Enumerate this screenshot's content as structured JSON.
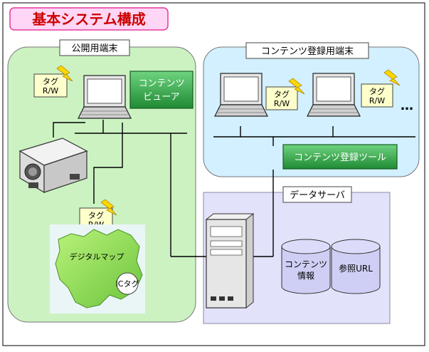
{
  "title": "基本システム構成",
  "public_terminal": {
    "label": "公開用端末",
    "rw_top": [
      "タグ",
      "R/W"
    ],
    "viewer": [
      "コンテンツ",
      "ビューア"
    ],
    "rw_map": [
      "タグ",
      "R/W"
    ],
    "map_label": "デジタルマップ",
    "ic_tag": "ICタグ"
  },
  "registration_terminal": {
    "label": "コンテンツ登録用端末",
    "rw_a": [
      "タグ",
      "R/W"
    ],
    "rw_b": [
      "タグ",
      "R/W"
    ],
    "ellipsis": "…",
    "tool": "コンテンツ登録ツール"
  },
  "data_server": {
    "label": "データサーバ",
    "db_contents": [
      "コンテンツ",
      "情報"
    ],
    "db_url": "参照URL"
  },
  "colors": {
    "title_bg": "#ffd6f5",
    "title_border": "#e6399b",
    "title_text": "#cc0000",
    "public_bg": "#ccf2c2",
    "reg_bg": "#d2f0ff",
    "server_bg": "#e2e2fb",
    "green_btn": "#2da043",
    "tag_bg": "#ffffcc",
    "lightning": "#ffd700",
    "db_fill": "#cfcff5"
  }
}
